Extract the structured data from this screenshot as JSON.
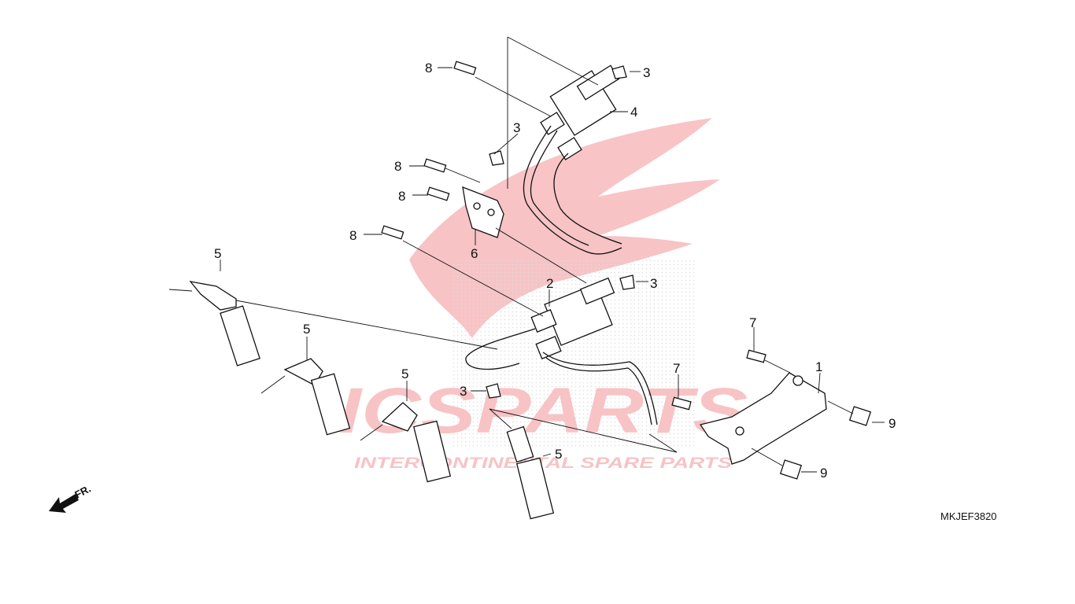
{
  "diagram": {
    "drawing_code": "MKJEF3820",
    "direction_label": "FR.",
    "watermark": {
      "brand": "ICSPARTS",
      "tagline": "INTERCONTINENTAL SPARE PARTS",
      "color": "#e8474f"
    },
    "callouts": {
      "c8a": "8",
      "c8b": "8",
      "c8c": "8",
      "c8d": "8",
      "c3a": "3",
      "c3b": "3",
      "c3c": "3",
      "c3d": "3",
      "c4": "4",
      "c6": "6",
      "c2": "2",
      "c5a": "5",
      "c5b": "5",
      "c5c": "5",
      "c5d": "5",
      "c7a": "7",
      "c7b": "7",
      "c1": "1",
      "c9a": "9",
      "c9b": "9"
    },
    "colors": {
      "line": "#111111",
      "background": "#ffffff"
    }
  }
}
